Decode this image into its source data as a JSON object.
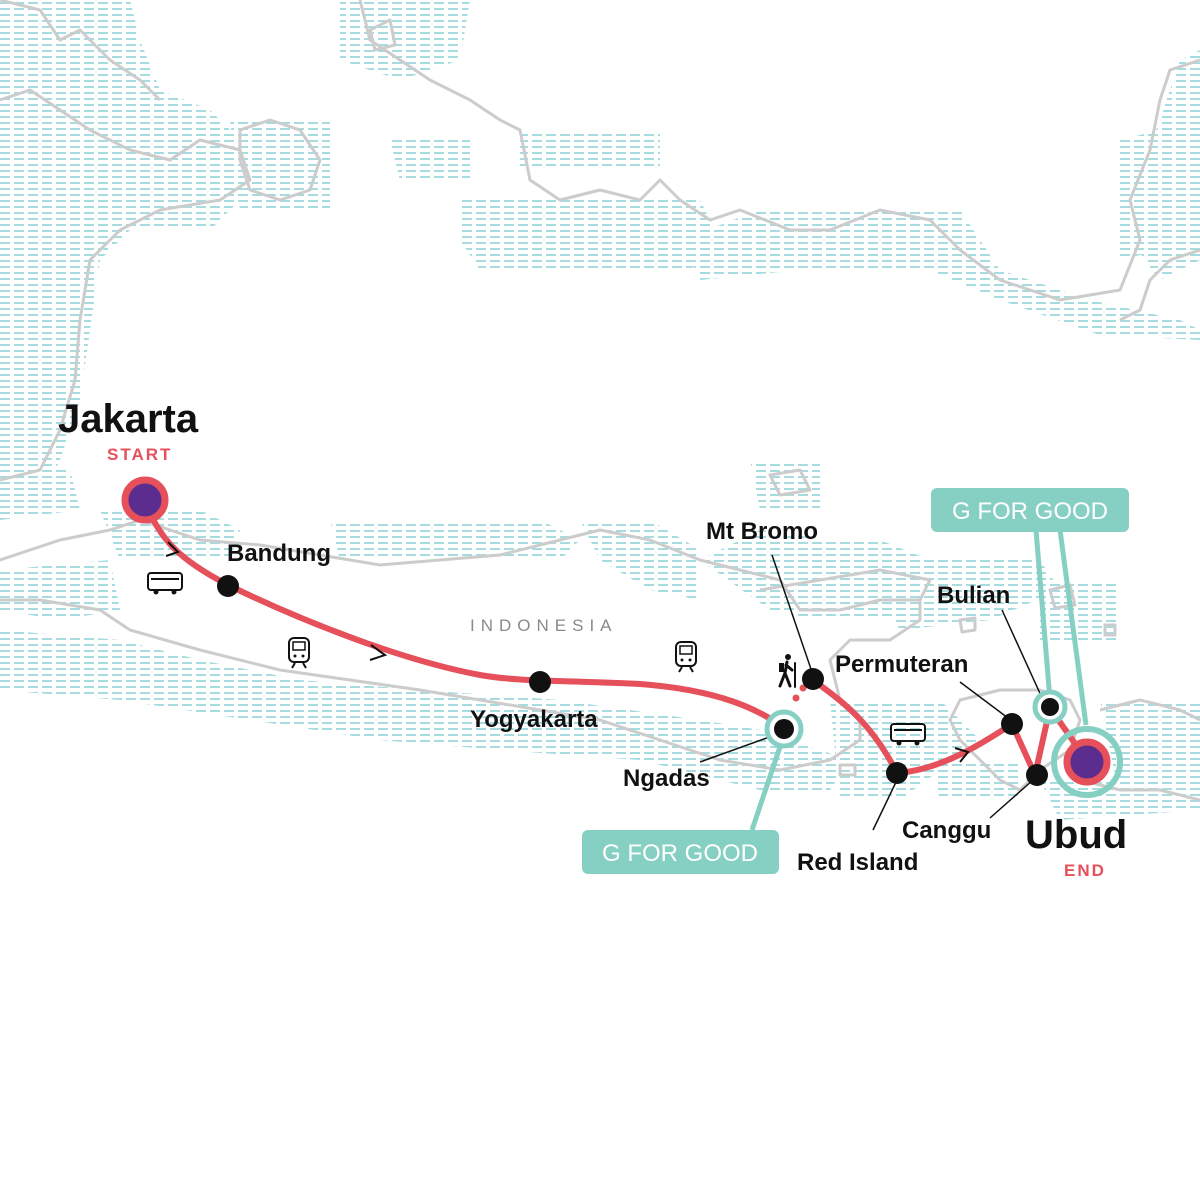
{
  "country_label": "INDONESIA",
  "colors": {
    "route": "#e5505a",
    "gforgood": "#86cfc3",
    "start_end_inner": "#5b2d8e",
    "stop": "#111111",
    "coast": "#cccccc",
    "water_hatch": "#a6dbe0"
  },
  "start": {
    "city": "Jakarta",
    "tag": "START"
  },
  "end": {
    "city": "Ubud",
    "tag": "END"
  },
  "stops": [
    {
      "id": "bandung",
      "label": "Bandung"
    },
    {
      "id": "yogyakarta",
      "label": "Yogyakarta"
    },
    {
      "id": "ngadas",
      "label": "Ngadas"
    },
    {
      "id": "mt-bromo",
      "label": "Mt Bromo"
    },
    {
      "id": "red-island",
      "label": "Red Island"
    },
    {
      "id": "permuteran",
      "label": "Permuteran"
    },
    {
      "id": "bulian",
      "label": "Bulian"
    },
    {
      "id": "canggu",
      "label": "Canggu"
    }
  ],
  "badges": [
    {
      "id": "gforgood-west",
      "text": "G FOR GOOD"
    },
    {
      "id": "gforgood-east",
      "text": "G FOR GOOD"
    }
  ],
  "transport_icons": [
    "bus-icon",
    "train-icon",
    "train-icon",
    "hiking-icon",
    "bus-icon"
  ]
}
